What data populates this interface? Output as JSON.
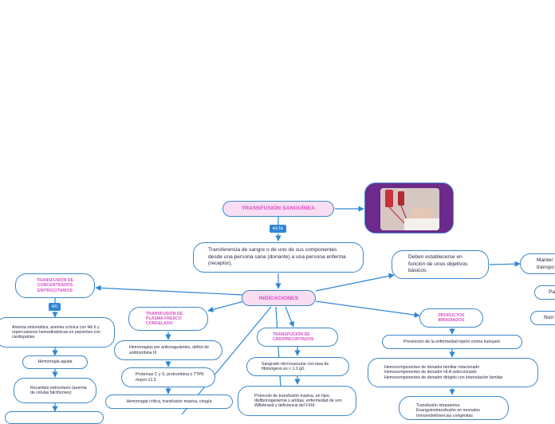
{
  "root": {
    "title": "TRANSFUSIÓN SANGUÍNEA",
    "connector": "es la"
  },
  "definition": "Transferencia de sangre o de uno de sus componentes desde una persona sana (donante) a una persona enferma (receptor).",
  "indicaciones": "INDICACIONES",
  "objetivos": {
    "text": "Deben establecerse en función de unos objetivos básicos:",
    "items": [
      "Manter",
      "transpo",
      "Pa",
      "Norr"
    ]
  },
  "concentrados": {
    "title": "TRANSFUSIÓN DE CONCENTRADOS ERITROCITARIOS",
    "connector": "en",
    "items": [
      "Anemia sintomática, anemia crónica con Hb 6 y repercusiones hemodinámicas en pacientes con cardiopatías",
      "Hemorragia aguda",
      "Recambio eritrocitario (anemia de células falciformes)"
    ]
  },
  "plasma": {
    "title": "TRANSFUSIÓN DE PLASMA FRESCO CONGELADO",
    "items": [
      "Hemorragias por anticoagulantes, déficit de antitrombina III",
      "Proteínas C y S, protrombina o TTPK mayor x1.5",
      "Hemorragia crítica, transfusión masiva, cirugía"
    ]
  },
  "crio": {
    "title": "TRANSPUCIÓN DE CRIOPRECIPITADOS",
    "items": [
      "Sangrado microvascular con tasa de fibrinógeno es < 1.0 g/L",
      "Protocolo de transfusión masiva, en hipo, disfibrinogenemia o ambas, enfermedad de von Willebrand y deficiencia del FXIII."
    ]
  },
  "irradiados": {
    "title": "PRODUCTOS IRRADIADOS",
    "items": [
      "Prevención de la enfermedad injerto contra huésped.",
      "Hemocomponentes de donador familiar relacionado Hemocomponentes de donador HLA seleccionado Hemocomponentes de donador dirigido con interrelación familiar",
      "Transfusión intrauterina Exanguinotransfusión en neonatos Inmunodeficiencias congénitas"
    ]
  },
  "colors": {
    "line": "#2f86d6",
    "pink": "#d84fc3",
    "pinkFill": "#f8ddf3",
    "photoFrame": "#6c2a8c"
  }
}
